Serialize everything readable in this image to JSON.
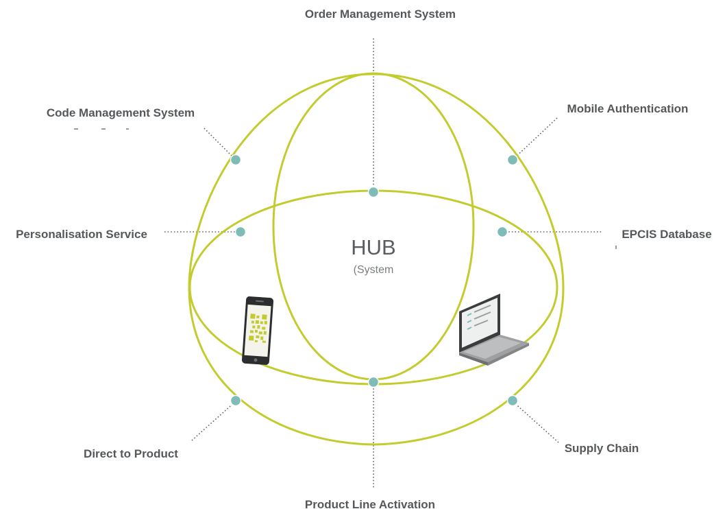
{
  "hub": {
    "title": "HUB",
    "subtitle": "(System"
  },
  "labels": {
    "order_management": "Order Management System",
    "code_management": "Code Management System",
    "mobile_authentication": "Mobile Authentication",
    "personalisation_service": "Personalisation Service",
    "epcis_database": "EPCIS Database",
    "direct_to_product": "Direct to Product",
    "supply_chain": "Supply Chain",
    "product_line_activation": "Product Line Activation"
  },
  "icons": {
    "left_device": "smartphone-qr-icon",
    "right_device": "laptop-icon"
  },
  "colors": {
    "ring": "#c3cc2e",
    "node": "#7fbcb8",
    "text": "#55585a",
    "leader": "#5f6263"
  }
}
